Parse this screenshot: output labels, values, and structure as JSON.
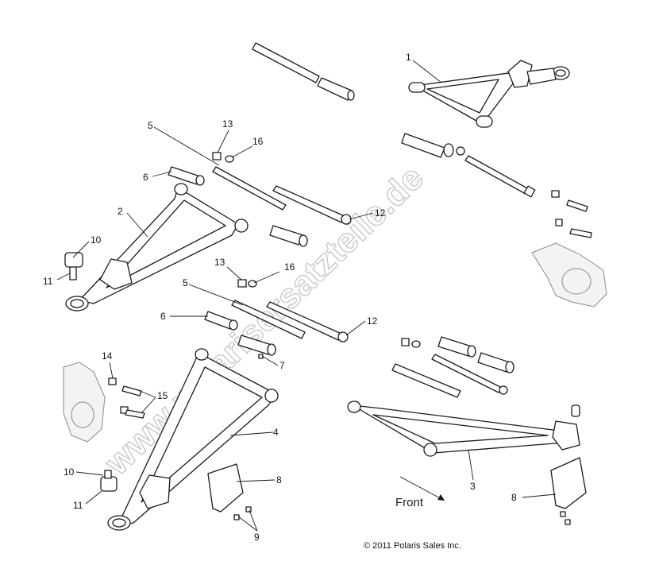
{
  "watermark": "www.polarisersatzteile.de",
  "front_label": "Front",
  "copyright": "© 2011 Polaris Sales Inc.",
  "callouts": {
    "c1": "1",
    "c2": "2",
    "c3": "3",
    "c4": "4",
    "c5a": "5",
    "c5b": "5",
    "c6a": "6",
    "c6b": "6",
    "c7": "7",
    "c8a": "8",
    "c8b": "8",
    "c9": "9",
    "c10a": "10",
    "c10b": "10",
    "c11a": "11",
    "c11b": "11",
    "c12a": "12",
    "c12b": "12",
    "c13a": "13",
    "c13b": "13",
    "c14": "14",
    "c15": "15",
    "c16a": "16",
    "c16b": "16"
  },
  "colors": {
    "line": "#1a1a1a",
    "watermark": "#c9c9c9",
    "background": "#ffffff"
  }
}
